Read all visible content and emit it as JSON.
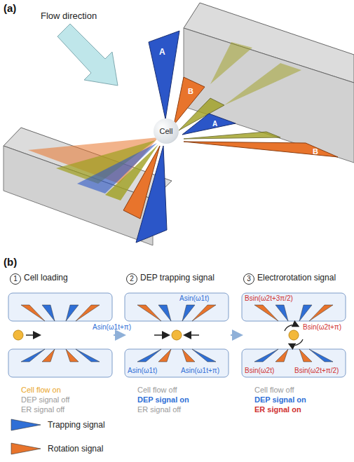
{
  "diagram": {
    "nodes": [
      {
        "text": [
          "Cell"
        ]
      }
    ],
    "labels": [
      "(a)",
      "Flow direction",
      "A",
      "B",
      "A",
      "B",
      "(b)",
      "1",
      "Cell loading",
      "2",
      "DEP trapping signal",
      "3",
      "Electrorotation signal",
      "Asin(ω1t)",
      "Asin(ω1t+π)",
      "Asin(ω1t)",
      "Asin(ω1t+π)",
      "Bsin(ω2t+3π/2)",
      "Bsin(ω2t+π)",
      "Bsin(ω2t)",
      "Bsin(ω2t+π/2)",
      "Cell flow on",
      "DEP signal off",
      "ER signal off",
      "Cell flow off",
      "DEP signal on",
      "ER signal off",
      "Cell flow off",
      "DEP signal on",
      "ER signal on"
    ],
    "legend": [
      {
        "text": "Trapping signal",
        "color": "#2f6fd6"
      },
      {
        "text": "Rotation signal",
        "color": "#e8742c"
      }
    ]
  }
}
